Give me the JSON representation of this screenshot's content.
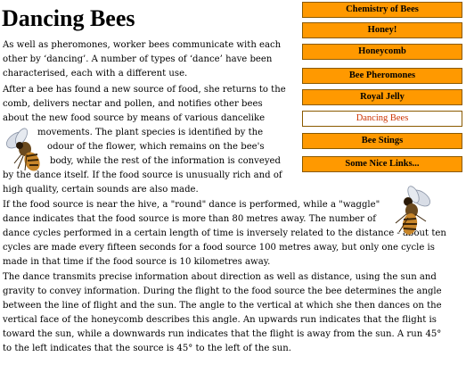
{
  "page": {
    "title": "Dancing Bees"
  },
  "nav": [
    {
      "label": "Chemistry of Bees",
      "active": false
    },
    {
      "label": "Honey!",
      "active": false
    },
    {
      "label": "Honeycomb",
      "active": false
    },
    {
      "label": "Bee Pheromones",
      "active": false
    },
    {
      "label": "Royal Jelly",
      "active": false
    },
    {
      "label": "Dancing Bees",
      "active": true
    },
    {
      "label": "Bee Stings",
      "active": false
    },
    {
      "label": "Some Nice Links...",
      "active": false
    }
  ],
  "lines": [
    "As well as pheromones, worker bees communicate with each",
    "other by ‘dancing’.  A number of types of ‘dance’ have been",
    "characterised, each with a different use.",
    "After a bee has found a new source of food, she returns to the",
    "comb, delivers nectar and pollen, and notifies other bees",
    "about the new food source by means of various dancelike",
    "movements. The plant species is identified by the",
    "odour of the flower, which remains on the bee's",
    "body, while the rest of the information is conveyed",
    "by the dance itself. If the food source is unusually rich and of",
    "high quality, certain sounds are also made.",
    "If the food source is near the hive, a \"round\" dance is performed, while a \"waggle\"",
    "dance indicates that the food source is more than 80 metres away.  The number of",
    "dance cycles performed in a certain length of time is inversely related to the distance - about ten",
    "cycles are made every fifteen seconds for a food source 100 metres away, but only one cycle is",
    "made in that time if the food source is 10 kilometres away.",
    "The dance transmits precise information about direction as well as distance, using the sun and",
    "gravity to convey information. During the flight to the food source the bee determines the angle",
    "between the line of flight and the sun. The angle to the vertical at which she then dances on the",
    "vertical face of the honeycomb describes this angle. An upwards run indicates that the flight is",
    "toward the sun, while a downwards run indicates that the flight is away from the sun. A run 45°",
    "to the left indicates that the source is 45° to the left of the sun."
  ],
  "images": [
    {
      "name": "bee-image-left",
      "subject": "honey bee"
    },
    {
      "name": "bee-image-right",
      "subject": "honey bee"
    }
  ],
  "colors": {
    "nav_bg": "#ff9900",
    "nav_active_text": "#cc3300"
  }
}
